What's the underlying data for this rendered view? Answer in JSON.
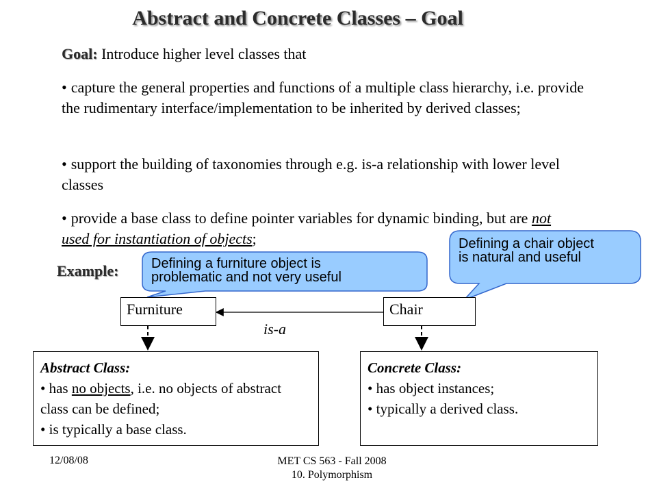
{
  "slide": {
    "title": "Abstract and Concrete Classes – Goal",
    "goal_label": "Goal:",
    "goal_text": " Introduce higher level classes that",
    "bullet_char": "•",
    "bullet1": "capture the general properties and functions of a multiple class hierarchy, i.e. provide  the rudimentary interface/implementation to be inherited by derived classes;",
    "bullet2": "support the building of taxonomies through e.g. is-a relationship with lower level classes",
    "bullet3_pre": "provide a base class to define pointer variables for dynamic binding, but are ",
    "bullet3_emph": "not used for instantiation of objects",
    "bullet3_post": ";",
    "example_label": "Example:",
    "callout_furniture": [
      "Defining a furniture object is",
      "problematic and not very useful"
    ],
    "callout_chair": [
      "Defining a chair object",
      "is natural and useful"
    ],
    "class_furniture": "Furniture",
    "class_chair": "Chair",
    "relation": "is-a",
    "abstract_box": {
      "title": "Abstract Class:",
      "line1_pre": "has ",
      "line1_underline": "no objects",
      "line1_post": ", i.e. no objects of abstract class can be defined;",
      "line2": "is typically a base class."
    },
    "concrete_box": {
      "title": "Concrete Class:",
      "line1": "has object instances;",
      "line2": "typically a derived class."
    },
    "footer": {
      "date": "12/08/08",
      "course": "MET CS 563 - Fall 2008",
      "topic": "10. Polymorphism"
    },
    "colors": {
      "callout_fill": "#99ccff",
      "callout_stroke": "#3366cc"
    }
  }
}
